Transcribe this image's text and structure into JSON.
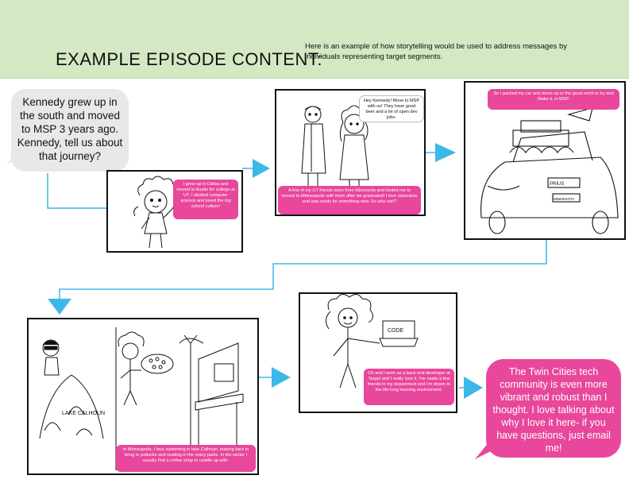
{
  "header": {
    "title": "EXAMPLE EPISODE CONTENT:",
    "subtitle": "Here is an example of how storytelling would be used to address messages by individuals representing target segments."
  },
  "colors": {
    "header_bg": "#d4e8c3",
    "accent_pink": "#e8479b",
    "arrow_blue": "#3bb8e8",
    "bubble_grey": "#e8e8e8"
  },
  "intro_bubble": "Kennedy grew up in the south and moved to MSP 3 years ago. Kennedy, tell us about that journey?",
  "panels": {
    "p1": {
      "pink": "I grew up in Dallas and moved to Austin for college at UT. I studied computer science and loved the big school culture!"
    },
    "p2": {
      "white": "Hey Kennedy! Move to MSP with us! They have good beer and a lot of open dev jobs.",
      "pink": "A few of my UT friends were from Minnesota and invited me to moved to Minneapolis with them after we graduated! I love adventure and was ready for something new. So why not!?"
    },
    "p3": {
      "pink": "So I packed my car and drove up to the great north to try and Make it, in MSP.",
      "car_label": "PRIUS",
      "plate": "MINNESOTA"
    },
    "p4": {
      "pink": "In Minneapolis, I love swimming in lake Calhoun, making bars to bring to potlucks and reading in the many parks. In the winter I usually find a coffee shop to cuddle up with.",
      "lake_label": "LAKE CALHOUN"
    },
    "p5": {
      "pink": "Oh and I work as a back end developer at Target and I really love it. I've made a few friends in my department and I'm drawn to the life-long learning environment.",
      "laptop_label": "CODE"
    }
  },
  "closing_bubble": "The Twin Cities tech community is even more vibrant and robust than I thought. I love talking about why I love it here- if you have questions, just email me!"
}
